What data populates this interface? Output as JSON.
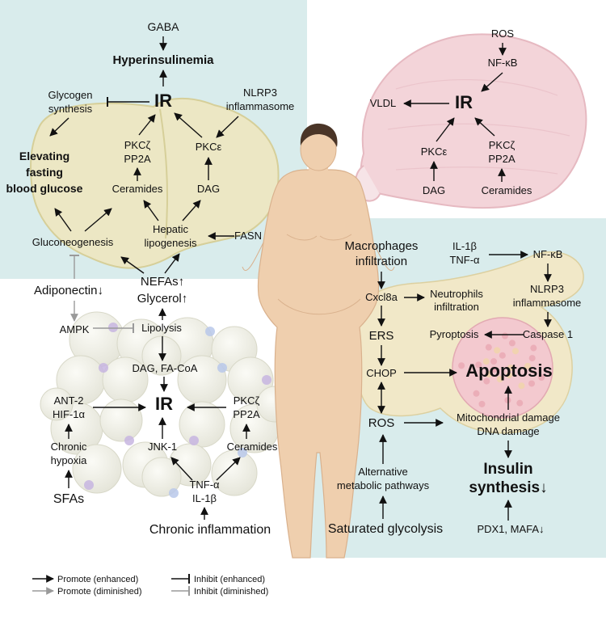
{
  "colors": {
    "panel_teal": "#d9ecec",
    "liver": "#ece7c4",
    "liver_edge": "#d6cf99",
    "muscle": "#f3d4d9",
    "adipose": "#f1f1ea",
    "pancreas": "#f1e8c8",
    "islet": "#f3c9cf",
    "skin": "#efcfae",
    "hair": "#4a3527",
    "arrow_strong": "#111111",
    "arrow_weak": "#9a9a9a"
  },
  "liver": {
    "gaba": "GABA",
    "hyperinsulinemia": "Hyperinsulinemia",
    "ir": "IR",
    "glycogen_line1": "Glycogen",
    "glycogen_line2": "synthesis",
    "nlrp3_line1": "NLRP3",
    "nlrp3_line2": "inflammasome",
    "pkcz": "PKCζ",
    "pp2a": "PP2A",
    "pkce": "PKCε",
    "efbg_line1": "Elevating",
    "efbg_line2": "fasting",
    "efbg_line3": "blood glucose",
    "ceramides": "Ceramides",
    "dag": "DAG",
    "hepatic_line1": "Hepatic",
    "hepatic_line2": "lipogenesis",
    "fasn": "FASN",
    "gluconeogenesis": "Gluconeogenesis"
  },
  "adipose": {
    "adiponectin": "Adiponectin↓",
    "nefas": "NEFAs↑",
    "glycerol": "Glycerol↑",
    "ampk": "AMPK",
    "lipolysis": "Lipolysis",
    "dag_facoa": "DAG, FA-CoA",
    "ant2": "ANT-2",
    "hif": "HIF-1α",
    "ir": "IR",
    "pkcz": "PKCζ",
    "pp2a": "PP2A",
    "chronic_line1": "Chronic",
    "chronic_line2": "hypoxia",
    "jnk": "JNK-1",
    "ceramides": "Ceramides",
    "tnf": "TNF-α",
    "il1b": "IL-1β",
    "sfas": "SFAs",
    "chronic_inflammation": "Chronic inflammation"
  },
  "muscle": {
    "ros": "ROS",
    "nfkb": "NF-κB",
    "vldl": "VLDL",
    "ir": "IR",
    "pkce": "PKCε",
    "pkcz": "PKCζ",
    "pp2a": "PP2A",
    "dag": "DAG",
    "ceramides": "Ceramides"
  },
  "pancreas": {
    "macro_line1": "Macrophages",
    "macro_line2": "infiltration",
    "il1b": "IL-1β",
    "tnf": "TNF-α",
    "nfkb": "NF-κB",
    "cxcl8a": "Cxcl8a",
    "neutro_line1": "Neutrophils",
    "neutro_line2": "infiltration",
    "nlrp3_line1": "NLRP3",
    "nlrp3_line2": "inflammasome",
    "ers": "ERS",
    "pyroptosis": "Pyroptosis",
    "caspase": "Caspase 1",
    "chop": "CHOP",
    "apoptosis": "Apoptosis",
    "ros": "ROS",
    "mito": "Mitochondrial damage",
    "dna": "DNA damage",
    "insulin_line1": "Insulin",
    "insulin_line2": "synthesis↓",
    "alt_line1": "Alternative",
    "alt_line2": "metabolic pathways",
    "saturated": "Saturated glycolysis",
    "pdx": "PDX1, MAFA↓"
  },
  "legend": {
    "promote_enhanced": "Promote (enhanced)",
    "promote_diminished": "Promote (diminished)",
    "inhibit_enhanced": "Inhibit (enhanced)",
    "inhibit_diminished": "Inhibit (diminished)"
  }
}
